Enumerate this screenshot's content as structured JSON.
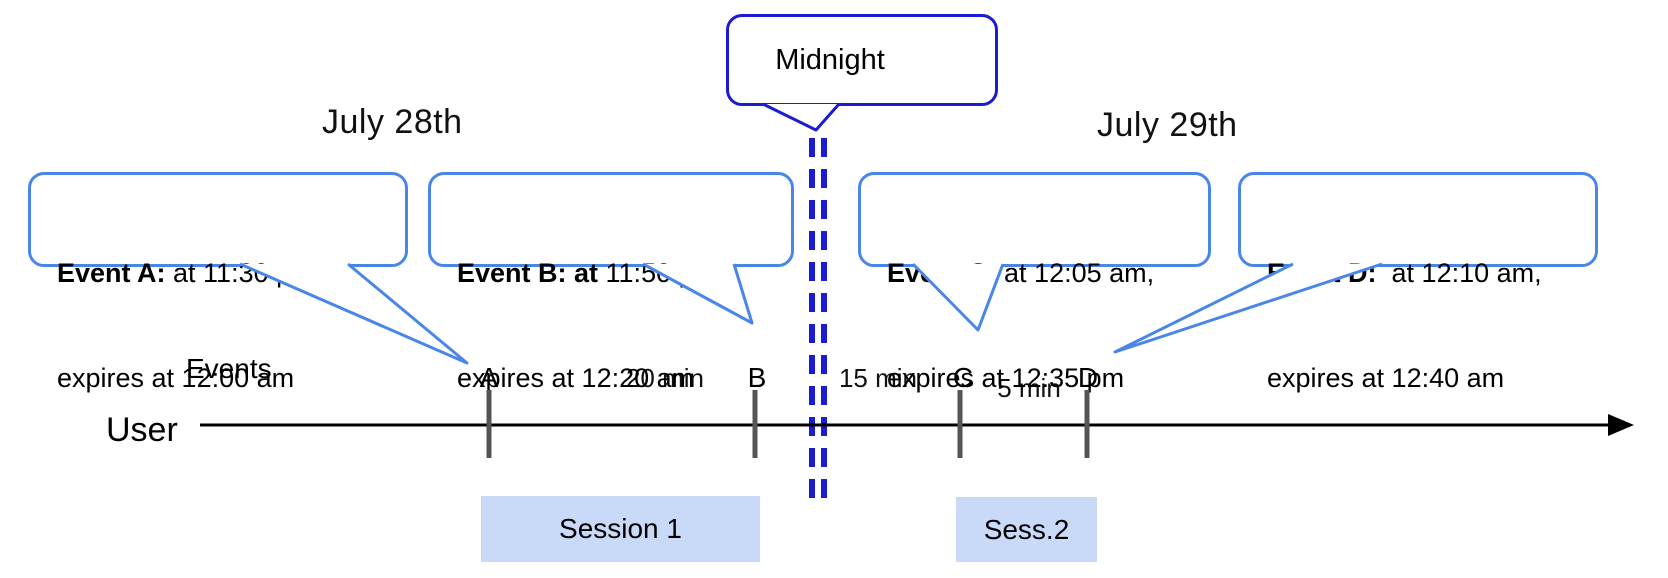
{
  "headers": {
    "left_day": "July 28th",
    "right_day": "July 29th"
  },
  "midnight_callout": {
    "label": "Midnight"
  },
  "event_callouts": [
    {
      "id": "A",
      "bold": "Event A:",
      "rest": " at 11:30 pm,",
      "line2": "expires at 12:00 am"
    },
    {
      "id": "B",
      "bold": "Event B: at",
      "rest": " 11:50 pm,",
      "line2": "expires at 12:20 am"
    },
    {
      "id": "C",
      "bold": "Event C:",
      "rest": " at 12:05 am,",
      "line2": "expires at 12:35 pm"
    },
    {
      "id": "D",
      "bold": "Event D:",
      "rest": "  at 12:10 am,",
      "line2": "expires at 12:40 am"
    }
  ],
  "timeline": {
    "events_label": "Events",
    "user_label": "User",
    "ticks": [
      "A",
      "B",
      "C",
      "D"
    ],
    "intervals": [
      "20 min",
      "15 min",
      "5 min"
    ]
  },
  "sessions": [
    {
      "label": "Session 1"
    },
    {
      "label": "Sess.2"
    }
  ],
  "colors": {
    "event_bubble_border": "#4a86e8",
    "midnight_blue": "#1b1bd2",
    "tick_gray": "#555555",
    "session_fill": "#c9daf8",
    "axis_black": "#000000"
  }
}
